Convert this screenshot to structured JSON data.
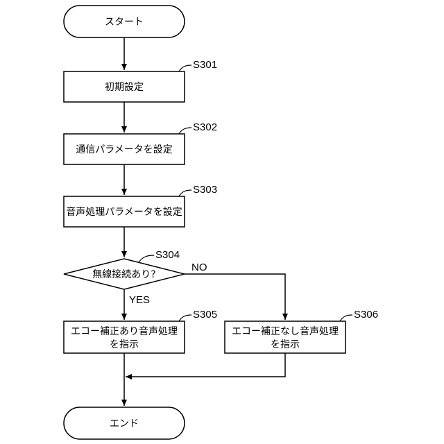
{
  "flowchart": {
    "start": "スタート",
    "end": "エンド",
    "s301": {
      "step": "S301",
      "label": "初期設定"
    },
    "s302": {
      "step": "S302",
      "label": "通信パラメータを設定"
    },
    "s303": {
      "step": "S303",
      "label": "音声処理パラメータを設定"
    },
    "s304": {
      "step": "S304",
      "label": "無線接続あり?"
    },
    "s305": {
      "step": "S305",
      "line1": "エコー補正あり音声処理",
      "line2": "を指示"
    },
    "s306": {
      "step": "S306",
      "line1": "エコー補正なし音声処理",
      "line2": "を指示"
    },
    "yes_label": "YES",
    "no_label": "NO"
  }
}
